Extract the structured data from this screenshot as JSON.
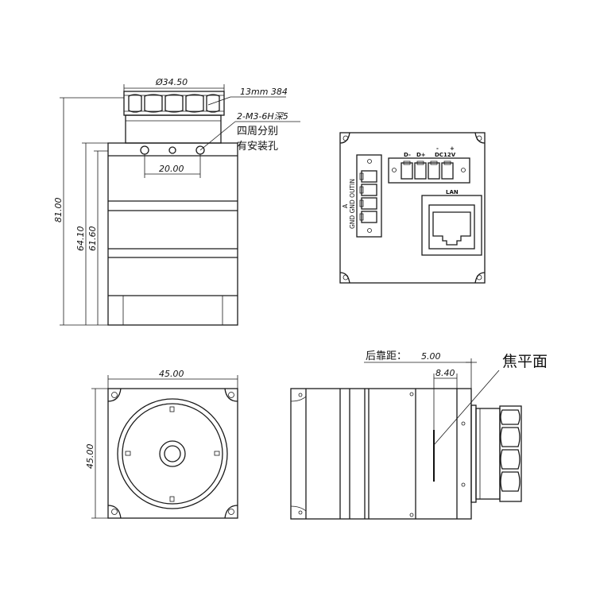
{
  "side_view": {
    "diameter_label": "Ø34.50",
    "lens_mount_label": "13mm 384",
    "thread_hole_label": "2-M3-6H深5",
    "thread_hole_note_line1": "四周分别",
    "thread_hole_note_line2": "有安装孔",
    "hole_spacing_label": "20.00",
    "total_height_label": "81.00",
    "body_height_label": "64.10",
    "body_height2_label": "61.60"
  },
  "rear_view": {
    "terminal_labels": [
      "D-",
      "D+",
      "-",
      "+"
    ],
    "power_label": "DC12V",
    "lan_label": "LAN",
    "io_labels_vertical": "GND GND OUTIN",
    "io_sub_label": "A"
  },
  "front_view": {
    "width_label": "45.00",
    "height_label": "45.00"
  },
  "profile_view": {
    "back_focus_label": "后靠距：",
    "back_focus_value": "5.00",
    "flange_label": "8.40",
    "focal_plane_label": "焦平面"
  }
}
